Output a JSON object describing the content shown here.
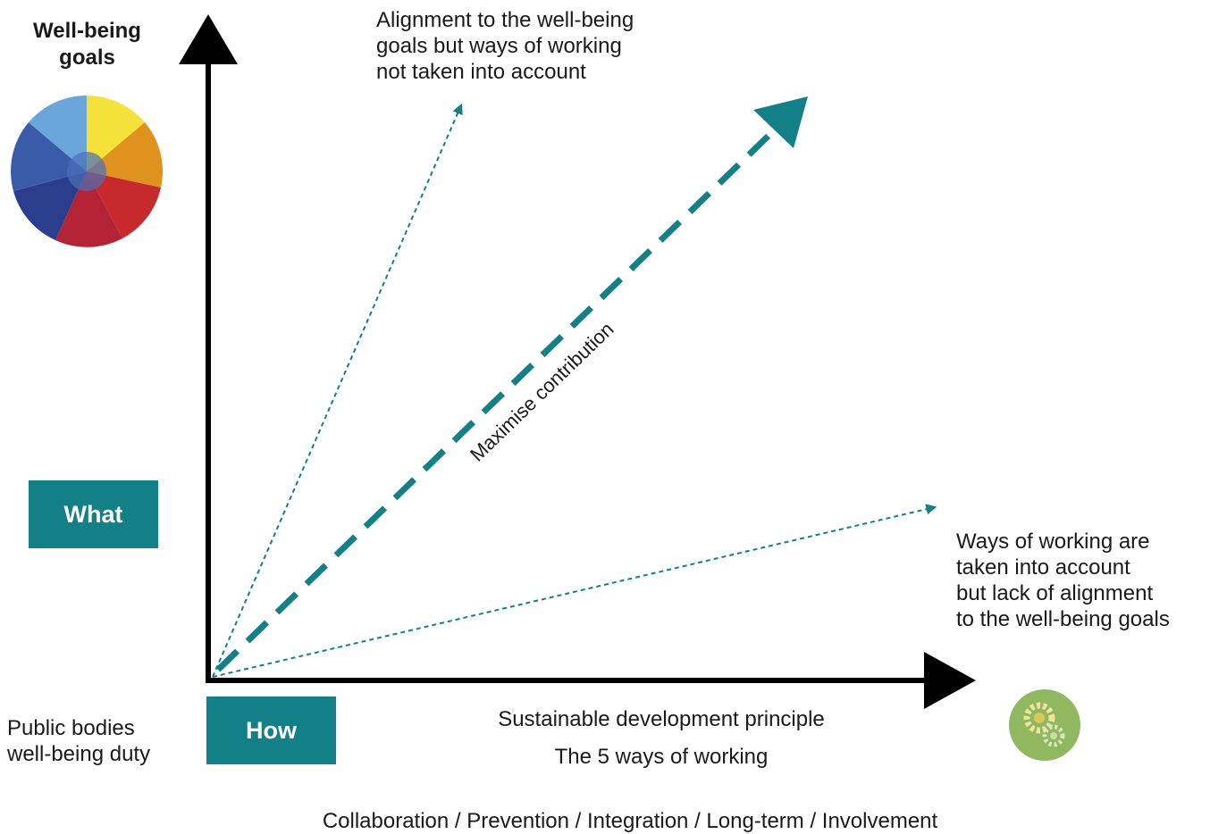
{
  "goals_title": [
    "Well-being",
    "goals"
  ],
  "what_label": "What",
  "how_label": "How",
  "top_annotation": [
    "Alignment to the well-being",
    "goals but ways of working",
    "not taken into account"
  ],
  "right_annotation": [
    "Ways of working are",
    "taken into account",
    "but lack of alignment",
    "to the well-being goals"
  ],
  "diagonal_label": "Maximise contribution",
  "duty_label": [
    "Public bodies",
    "well-being duty"
  ],
  "principle_label": "Sustainable development principle",
  "ways_label": "The 5 ways of working",
  "ways_list": "Collaboration / Prevention / Integration / Long-term / Involvement",
  "wheel_icon": "well-being-goals-wheel-icon",
  "gear_icon": "gears-icon",
  "colors": {
    "teal": "#137f86",
    "axis": "#000000",
    "wheel": [
      "#f4e13a",
      "#e0921f",
      "#c8292c",
      "#b42235",
      "#2b3e8e",
      "#3a5ca8",
      "#6aa6dc"
    ],
    "gear_badge": "#8fb860"
  }
}
